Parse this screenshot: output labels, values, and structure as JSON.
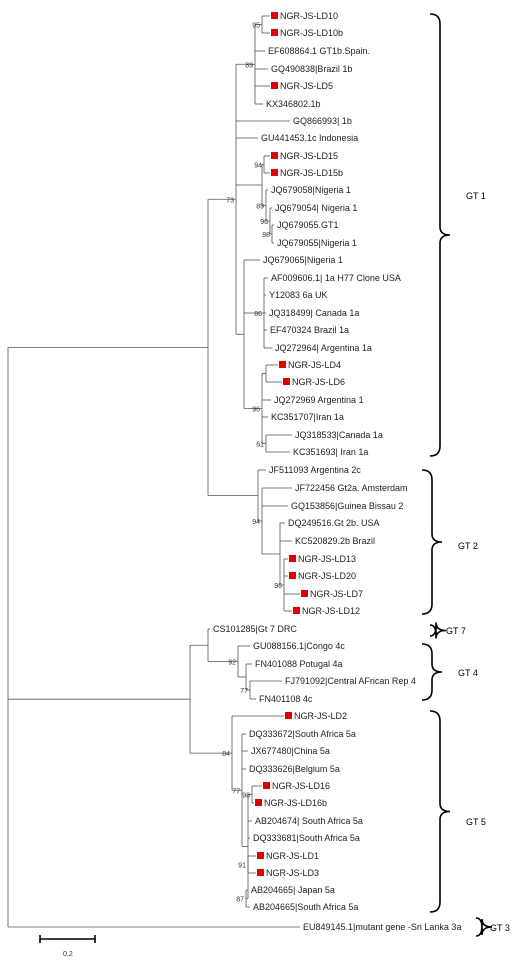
{
  "colors": {
    "marker": "#e00000",
    "branch": "#555555",
    "bracket": "#000000"
  },
  "leaves": [
    {
      "id": "L1",
      "label": "NGR-JS-LD10",
      "marked": true
    },
    {
      "id": "L2",
      "label": "NGR-JS-LD10b",
      "marked": true
    },
    {
      "id": "L3",
      "label": "EF608864.1 GT1b.Spain.",
      "marked": false
    },
    {
      "id": "L4",
      "label": "GQ490838|Brazil 1b",
      "marked": false
    },
    {
      "id": "L5",
      "label": "NGR-JS-LD5",
      "marked": true
    },
    {
      "id": "L6",
      "label": "KX346802.1b",
      "marked": false
    },
    {
      "id": "L7",
      "label": "GQ866993| 1b",
      "marked": false
    },
    {
      "id": "L8",
      "label": "GU441453.1c Indonesia",
      "marked": false
    },
    {
      "id": "L9",
      "label": "NGR-JS-LD15",
      "marked": true
    },
    {
      "id": "L10",
      "label": "NGR-JS-LD15b",
      "marked": true
    },
    {
      "id": "L11",
      "label": "JQ679058|Nigeria 1",
      "marked": false
    },
    {
      "id": "L12",
      "label": "JQ679054| Nigeria 1",
      "marked": false
    },
    {
      "id": "L13",
      "label": "JQ679055.GT1",
      "marked": false
    },
    {
      "id": "L14",
      "label": "JQ679055|Nigeria 1",
      "marked": false
    },
    {
      "id": "L15",
      "label": "JQ679065|Nigeria 1",
      "marked": false
    },
    {
      "id": "L16",
      "label": "AF009606.1| 1a H77 Clone USA",
      "marked": false
    },
    {
      "id": "L17",
      "label": "Y12083 6a UK",
      "marked": false
    },
    {
      "id": "L18",
      "label": "JQ318499| Canada 1a",
      "marked": false
    },
    {
      "id": "L19",
      "label": "EF470324 Brazil 1a",
      "marked": false
    },
    {
      "id": "L20",
      "label": "JQ272964| Argentina 1a",
      "marked": false
    },
    {
      "id": "L21",
      "label": "NGR-JS-LD4",
      "marked": true
    },
    {
      "id": "L22",
      "label": "NGR-JS-LD6",
      "marked": true
    },
    {
      "id": "L23",
      "label": "JQ272969 Argentina 1",
      "marked": false
    },
    {
      "id": "L24",
      "label": "KC351707|Iran 1a",
      "marked": false
    },
    {
      "id": "L25",
      "label": "JQ318533|Canada 1a",
      "marked": false
    },
    {
      "id": "L26",
      "label": "KC351693| Iran 1a",
      "marked": false
    },
    {
      "id": "L27",
      "label": "JF511093 Argentina 2c",
      "marked": false
    },
    {
      "id": "L28",
      "label": "JF722456 Gt2a. Amsterdam",
      "marked": false
    },
    {
      "id": "L29",
      "label": "GQ153856|Guinea Bissau 2",
      "marked": false
    },
    {
      "id": "L30",
      "label": "DQ249516.Gt 2b. USA",
      "marked": false
    },
    {
      "id": "L31",
      "label": "KC520829.2b Brazil",
      "marked": false
    },
    {
      "id": "L32",
      "label": "NGR-JS-LD13",
      "marked": true
    },
    {
      "id": "L33",
      "label": "NGR-JS-LD20",
      "marked": true
    },
    {
      "id": "L34",
      "label": "NGR-JS-LD7",
      "marked": true
    },
    {
      "id": "L35",
      "label": "NGR-JS-LD12",
      "marked": true
    },
    {
      "id": "L36",
      "label": "CS101285|Gt 7 DRC",
      "marked": false
    },
    {
      "id": "L37",
      "label": "GU088156.1|Congo 4c",
      "marked": false
    },
    {
      "id": "L38",
      "label": "FN401088 Potugal 4a",
      "marked": false
    },
    {
      "id": "L39",
      "label": "FJ791092|Central AFrican Rep 4",
      "marked": false
    },
    {
      "id": "L40",
      "label": "FN401108 4c",
      "marked": false
    },
    {
      "id": "L41",
      "label": "NGR-JS-LD2",
      "marked": true
    },
    {
      "id": "L42",
      "label": "DQ333672|South Africa 5a",
      "marked": false
    },
    {
      "id": "L43",
      "label": "JX677480|China 5a",
      "marked": false
    },
    {
      "id": "L44",
      "label": "DQ333626|Belgium 5a",
      "marked": false
    },
    {
      "id": "L45",
      "label": "NGR-JS-LD16",
      "marked": true
    },
    {
      "id": "L46",
      "label": "NGR-JS-LD16b",
      "marked": true
    },
    {
      "id": "L47",
      "label": "AB204674| South Africa 5a",
      "marked": false
    },
    {
      "id": "L48",
      "label": "DQ333681|South Africa 5a",
      "marked": false
    },
    {
      "id": "L49",
      "label": "NGR-JS-LD1",
      "marked": true
    },
    {
      "id": "L50",
      "label": "NGR-JS-LD3",
      "marked": true
    },
    {
      "id": "L51",
      "label": "AB204665| Japan 5a",
      "marked": false
    },
    {
      "id": "L52",
      "label": "AB204665|South Africa 5a",
      "marked": false
    },
    {
      "id": "L53",
      "label": "EU849145.1|mutant gene -Sri Lanka 3a",
      "marked": false
    }
  ],
  "bootstrap": [
    {
      "id": "b95",
      "text": "95"
    },
    {
      "id": "b89a",
      "text": "89"
    },
    {
      "id": "b94a",
      "text": "94"
    },
    {
      "id": "b89b",
      "text": "89"
    },
    {
      "id": "b96a",
      "text": "96"
    },
    {
      "id": "b98",
      "text": "98"
    },
    {
      "id": "b73",
      "text": "73"
    },
    {
      "id": "b86",
      "text": "86"
    },
    {
      "id": "b96b",
      "text": "96"
    },
    {
      "id": "b61",
      "text": "61"
    },
    {
      "id": "b94b",
      "text": "94"
    },
    {
      "id": "b96c",
      "text": "96"
    },
    {
      "id": "b92",
      "text": "92"
    },
    {
      "id": "b77a",
      "text": "77"
    },
    {
      "id": "b84",
      "text": "84"
    },
    {
      "id": "b77b",
      "text": "77"
    },
    {
      "id": "b98b",
      "text": "98"
    },
    {
      "id": "b91",
      "text": "91"
    },
    {
      "id": "b87",
      "text": "87"
    }
  ],
  "groups": [
    {
      "id": "gt1",
      "label": "GT 1"
    },
    {
      "id": "gt2",
      "label": "GT 2"
    },
    {
      "id": "gt7",
      "label": "GT 7"
    },
    {
      "id": "gt4",
      "label": "GT 4"
    },
    {
      "id": "gt5",
      "label": "GT 5"
    },
    {
      "id": "gt3",
      "label": "GT 3"
    }
  ],
  "scale": {
    "label": "0.2"
  }
}
